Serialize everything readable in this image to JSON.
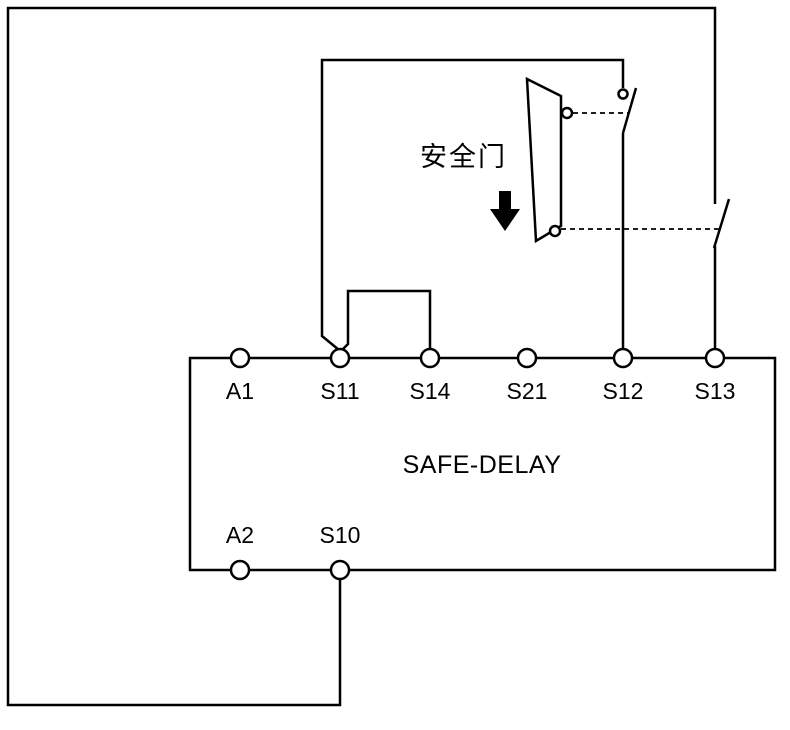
{
  "diagram": {
    "device_label": "SAFE-DELAY",
    "door_label": "安全门",
    "top_terminals": [
      "A1",
      "S11",
      "S14",
      "S21",
      "S12",
      "S13"
    ],
    "bottom_terminals": [
      "A2",
      "S10"
    ],
    "colors": {
      "line": "#000000",
      "background": "#ffffff"
    }
  }
}
